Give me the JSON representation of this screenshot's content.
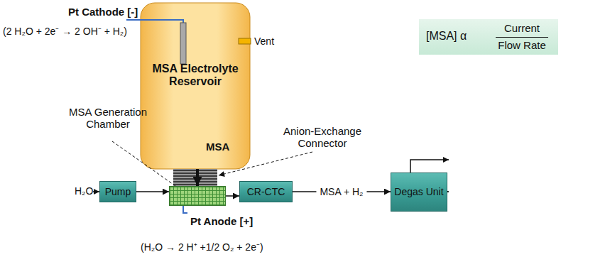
{
  "diagram": {
    "nodes": [
      {
        "text": [
          "MSA Electrolyte Reservoir",
          "MSA"
        ]
      },
      {
        "text": [
          "[MSA] α",
          "Current",
          "Flow Rate"
        ]
      },
      {
        "text": [
          "Pump"
        ]
      },
      {
        "text": [
          "MSA Generation Chamber"
        ]
      },
      {
        "text": [
          "CR-CTC"
        ]
      },
      {
        "text": [
          "Degas Unit"
        ]
      }
    ],
    "edges": [
      {
        "from": 0,
        "to": 3,
        "arrow": "to"
      },
      {
        "from": 2,
        "to": 3,
        "arrow": "to"
      },
      {
        "from": 3,
        "to": 4,
        "arrow": "to"
      },
      {
        "from": 4,
        "to": 5,
        "label": "MSA + H₂",
        "arrow": "to"
      }
    ],
    "labels": [
      "Pt Cathode [-]",
      "(2 H₂O + 2e⁻ → 2 OH⁻ + H₂)",
      "Vent",
      "Anion-Exchange Connector",
      "H₂O",
      "Pt Anode [+]",
      "(H₂O → 2 H⁺ +1/2 O₂ + 2e⁻)"
    ]
  }
}
